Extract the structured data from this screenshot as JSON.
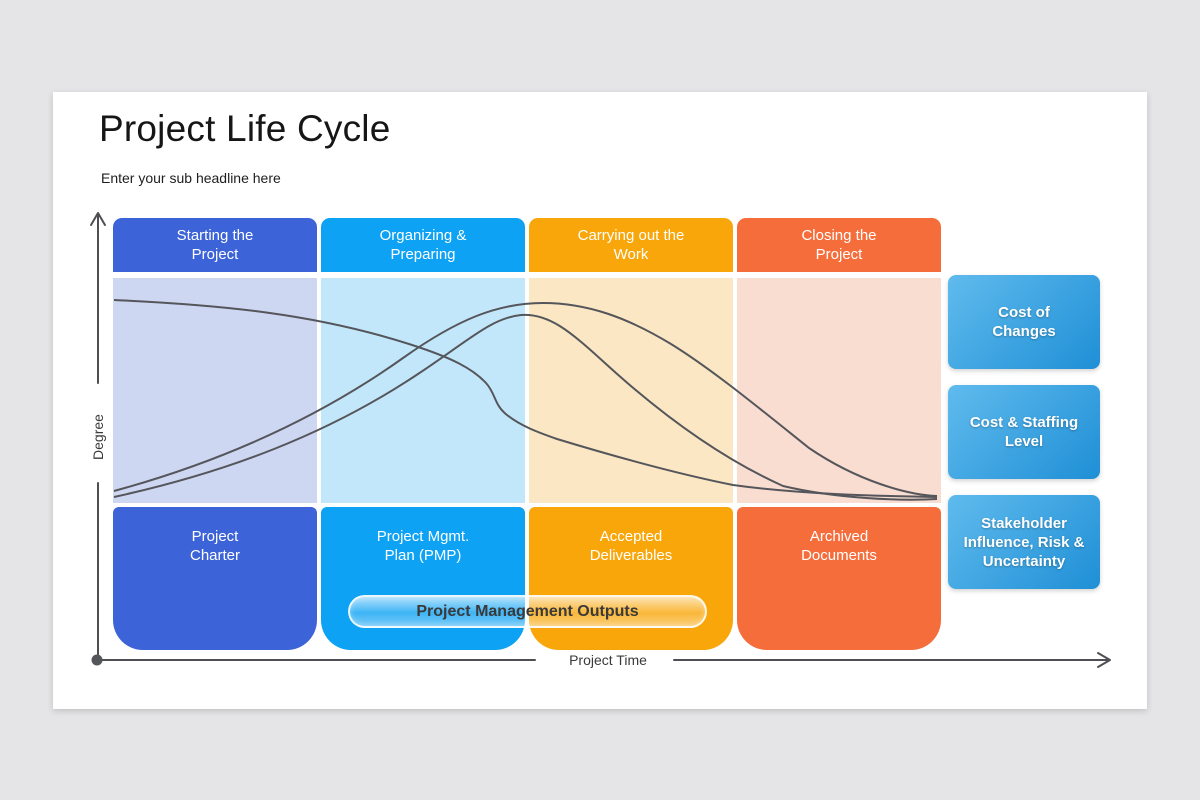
{
  "slide": {
    "title": "Project Life Cycle",
    "subtitle": "Enter your sub headline here"
  },
  "axes": {
    "y_label": "Degree",
    "x_label": "Project Time"
  },
  "phases": [
    {
      "header_lines": [
        "Starting the",
        "Project"
      ],
      "output_lines": [
        "Project",
        "Charter"
      ],
      "header_color": "#3c63d8",
      "column_color": "#cdd7f1"
    },
    {
      "header_lines": [
        "Organizing &",
        "Preparing"
      ],
      "output_lines": [
        "Project Mgmt.",
        "Plan (PMP)"
      ],
      "header_color": "#0da2f3",
      "column_color": "#c3e7fa"
    },
    {
      "header_lines": [
        "Carrying out the",
        "Work"
      ],
      "output_lines": [
        "Accepted",
        "Deliverables"
      ],
      "header_color": "#f8a609",
      "column_color": "#fbe7c3"
    },
    {
      "header_lines": [
        "Closing the",
        "Project"
      ],
      "output_lines": [
        "Archived",
        "Documents"
      ],
      "header_color": "#f56d3b",
      "column_color": "#f9ddd0"
    }
  ],
  "banner": {
    "label": "Project Management Outputs"
  },
  "legend": {
    "gradient_from": "#60bbed",
    "gradient_to": "#1f8fd6",
    "boxes": [
      {
        "lines": [
          "Cost of",
          "Changes",
          ""
        ]
      },
      {
        "lines": [
          "Cost & Staffing",
          "Level",
          ""
        ]
      },
      {
        "lines": [
          "Stakeholder",
          "Influence, Risk &",
          "Uncertainty"
        ]
      }
    ]
  },
  "colors": {
    "page_background": "#e5e4e6",
    "slide_background": "#ffffff",
    "curve": "#55565b",
    "axis": "#4e4e53",
    "banner_text": "#3a3a3a"
  },
  "chart_data": {
    "type": "line",
    "title": "Project Life Cycle",
    "xlabel": "Project Time",
    "ylabel": "Degree",
    "x_phases": [
      "Starting the Project",
      "Organizing & Preparing",
      "Carrying out the Work",
      "Closing the Project"
    ],
    "series": [
      {
        "name": "Cost & Staffing Level",
        "shape": "low at start, rises steadily, peaks near the Organizing/Carrying-out boundary, falls to low at project close"
      },
      {
        "name": "Cost of Changes",
        "shape": "low at start, rises through preparing, peaks slightly after mid-project, declines to low at close"
      },
      {
        "name": "Stakeholder Influence, Risk & Uncertainty",
        "shape": "high at start, gently declines then drops steeply late in preparing, tapers to low at close"
      }
    ],
    "legend_position": "right",
    "grid": false
  }
}
